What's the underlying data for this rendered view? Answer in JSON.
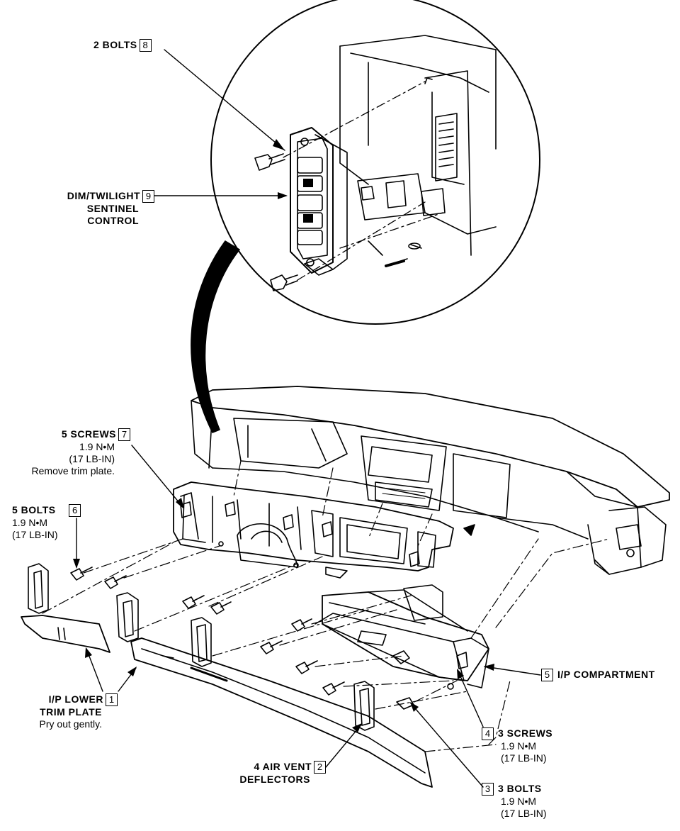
{
  "callouts": {
    "c8": {
      "num": "8",
      "line1": "2 BOLTS"
    },
    "c9": {
      "num": "9",
      "line1": "DIM/TWILIGHT",
      "line2": "SENTINEL",
      "line3": "CONTROL"
    },
    "c7": {
      "num": "7",
      "line1": "5 SCREWS",
      "line2": "1.9 N•M",
      "line3": "(17 LB-IN)",
      "line4": "Remove trim plate."
    },
    "c6": {
      "num": "6",
      "line1": "5 BOLTS",
      "line2": "1.9 N•M",
      "line3": "(17 LB-IN)"
    },
    "c5": {
      "num": "5",
      "line1": "I/P COMPARTMENT"
    },
    "c1": {
      "num": "1",
      "line1": "I/P LOWER",
      "line2": "TRIM PLATE",
      "line3": "Pry out gently."
    },
    "c4": {
      "num": "4",
      "line1": "3 SCREWS",
      "line2": "1.9 N•M",
      "line3": "(17 LB-IN)"
    },
    "c2": {
      "num": "2",
      "line1": "4 AIR VENT",
      "line2": "DEFLECTORS"
    },
    "c3": {
      "num": "3",
      "line1": "3 BOLTS",
      "line2": "1.9 N•M",
      "line3": "(17 LB-IN)"
    }
  }
}
